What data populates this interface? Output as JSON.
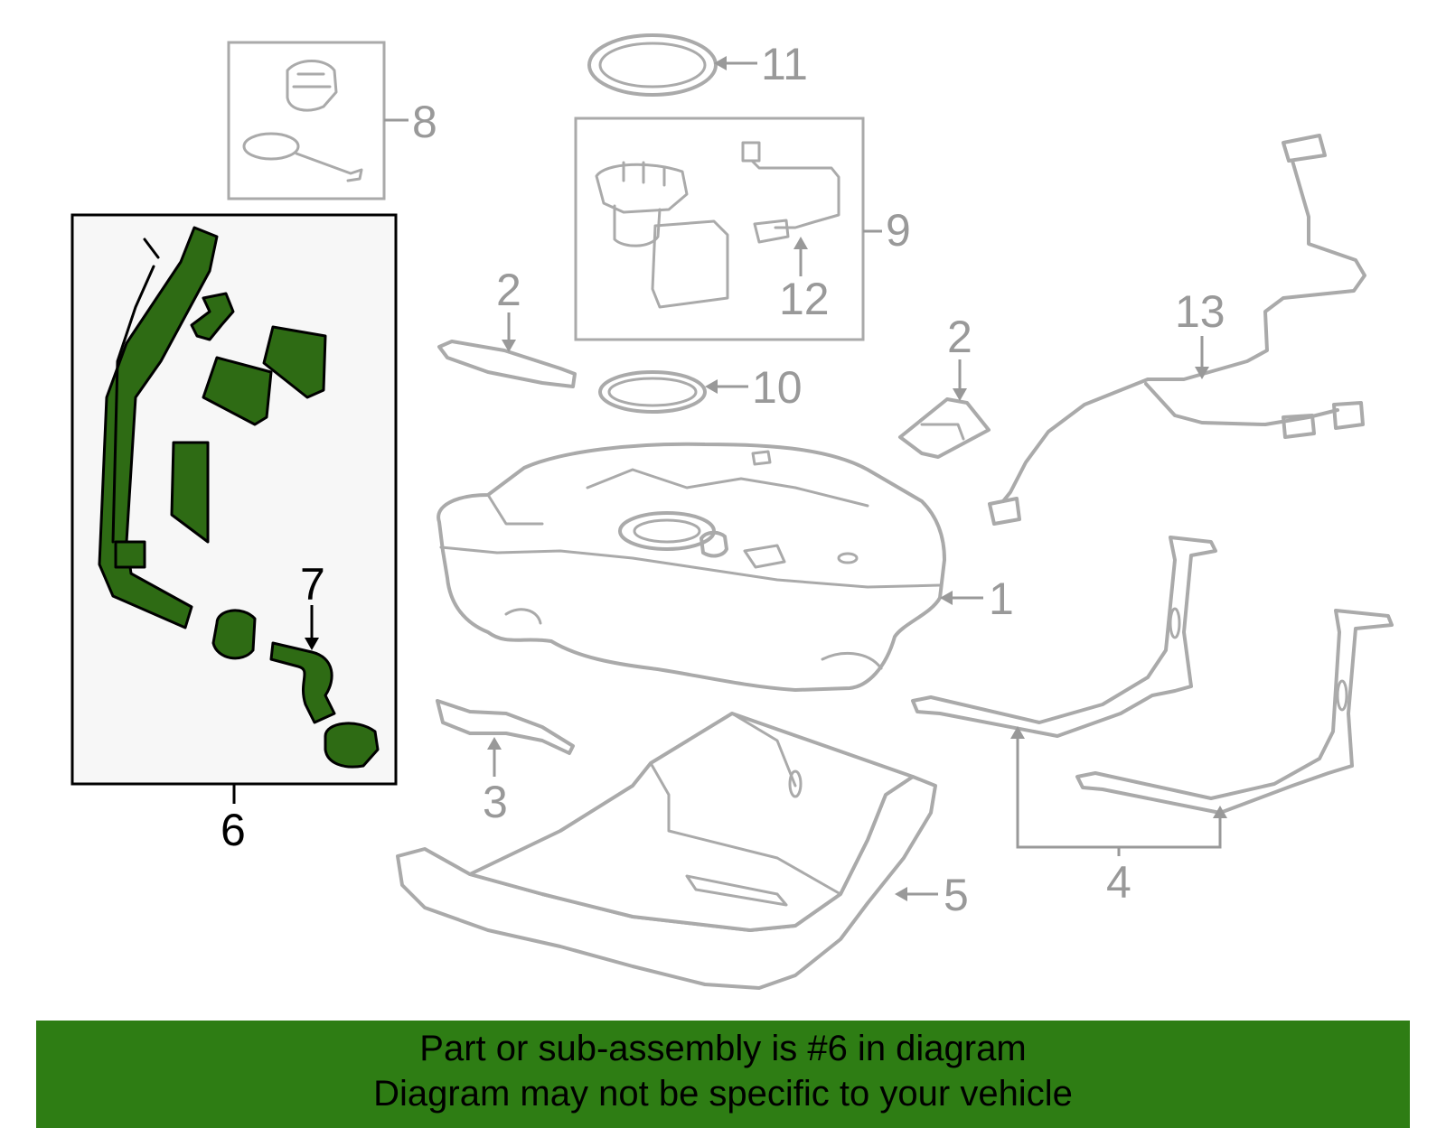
{
  "callouts": {
    "c1": "1",
    "c2a": "2",
    "c2b": "2",
    "c3": "3",
    "c4": "4",
    "c5": "5",
    "c6": "6",
    "c7": "7",
    "c8": "8",
    "c9": "9",
    "c10": "10",
    "c11": "11",
    "c12": "12",
    "c13": "13"
  },
  "banner": {
    "line1": "Part or sub-assembly is #6 in diagram",
    "line2": "Diagram may not be specific to your vehicle"
  },
  "colors": {
    "highlight": "#2e6b14",
    "banner": "#2e7d14",
    "line_gray": "#aaaaaa",
    "label_gray": "#999999"
  }
}
